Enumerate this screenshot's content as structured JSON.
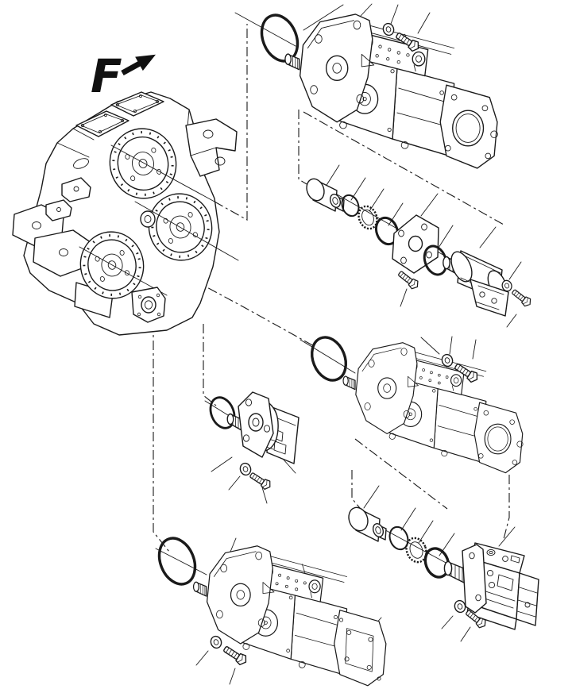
{
  "canvas": {
    "background": "#ffffff",
    "line_color": "#1a1a1a",
    "oring_color": "#111111"
  },
  "view_label": {
    "text": "F"
  },
  "components": [
    "view-direction-indicator",
    "pump-drive-gearbox",
    "gearbox-flange-circle-top",
    "gearbox-flange-circle-middle",
    "gearbox-flange-circle-bottom",
    "gearbox-pto-flange",
    "o-ring-top",
    "tandem-pump-top",
    "washer-top",
    "hex-bolt-top",
    "coupling-bushing-top",
    "o-ring-small-top-row",
    "retaining-ring-top-row",
    "o-ring-medium-top-row",
    "adapter-plate",
    "hex-bolt-plate",
    "o-ring-before-motor",
    "pilot-pump",
    "washer-pilot",
    "hex-bolt-pilot",
    "o-ring-middle",
    "tandem-pump-middle",
    "washer-middle",
    "hex-bolt-middle",
    "o-ring-gear-pump",
    "gear-pump",
    "washer-gear-pump",
    "hex-bolt-gear-pump",
    "o-ring-bottom",
    "tandem-pump-bottom",
    "washer-bottom",
    "hex-bolt-bottom",
    "coupling-bushing-bottom",
    "o-ring-small-bottom-row",
    "retaining-ring-bottom-row",
    "o-ring-medium-bottom-row",
    "fan-pump",
    "washer-fan-pump",
    "hex-bolt-fan-pump",
    "center-lines",
    "leader-lines"
  ]
}
